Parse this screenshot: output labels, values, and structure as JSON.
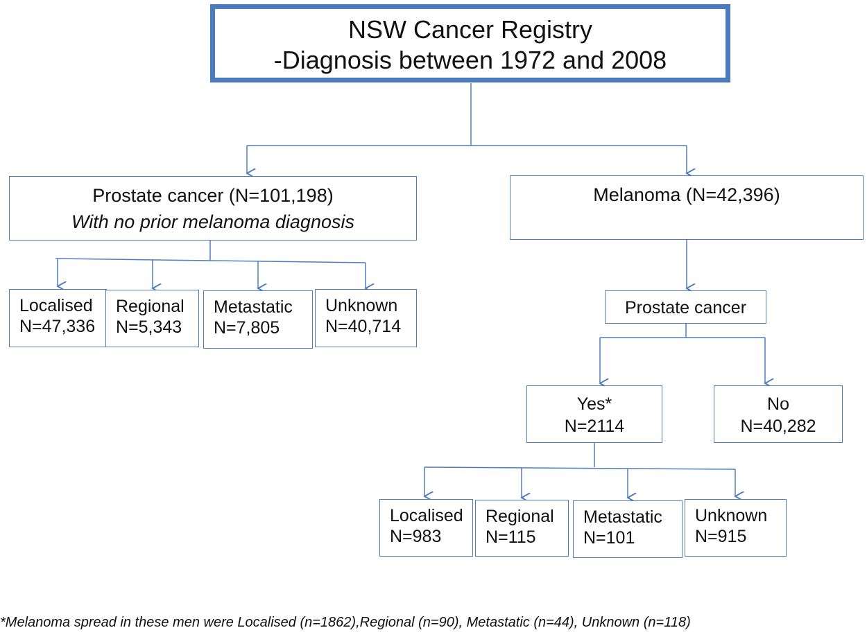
{
  "registry": {
    "line1": "NSW Cancer Registry",
    "line2": "-Diagnosis between 1972 and 2008"
  },
  "prostate": {
    "title": "Prostate cancer (N=101,198)",
    "subtitle": "With no prior melanoma diagnosis",
    "stages": [
      {
        "label": "Localised",
        "count": "N=47,336"
      },
      {
        "label": "Regional",
        "count": "N=5,343"
      },
      {
        "label": "Metastatic",
        "count": "N=7,805"
      },
      {
        "label": "Unknown",
        "count": "N=40,714"
      }
    ]
  },
  "melanoma": {
    "title": "Melanoma (N=42,396)",
    "prostate_label": "Prostate cancer",
    "yes": {
      "label": "Yes*",
      "count": "N=2114"
    },
    "no": {
      "label": "No",
      "count": "N=40,282"
    },
    "stages": [
      {
        "label": "Localised",
        "count": "N=983"
      },
      {
        "label": "Regional",
        "count": "N=115"
      },
      {
        "label": "Metastatic",
        "count": "N=101"
      },
      {
        "label": "Unknown",
        "count": "N=915"
      }
    ]
  },
  "footnote": "*Melanoma spread in these men were Localised (n=1862),Regional (n=90), Metastatic (n=44), Unknown (n=118)",
  "colors": {
    "box_border": "#4f7cbf",
    "title_border": "#4a7bbf",
    "connector": "#4f7cbf"
  }
}
